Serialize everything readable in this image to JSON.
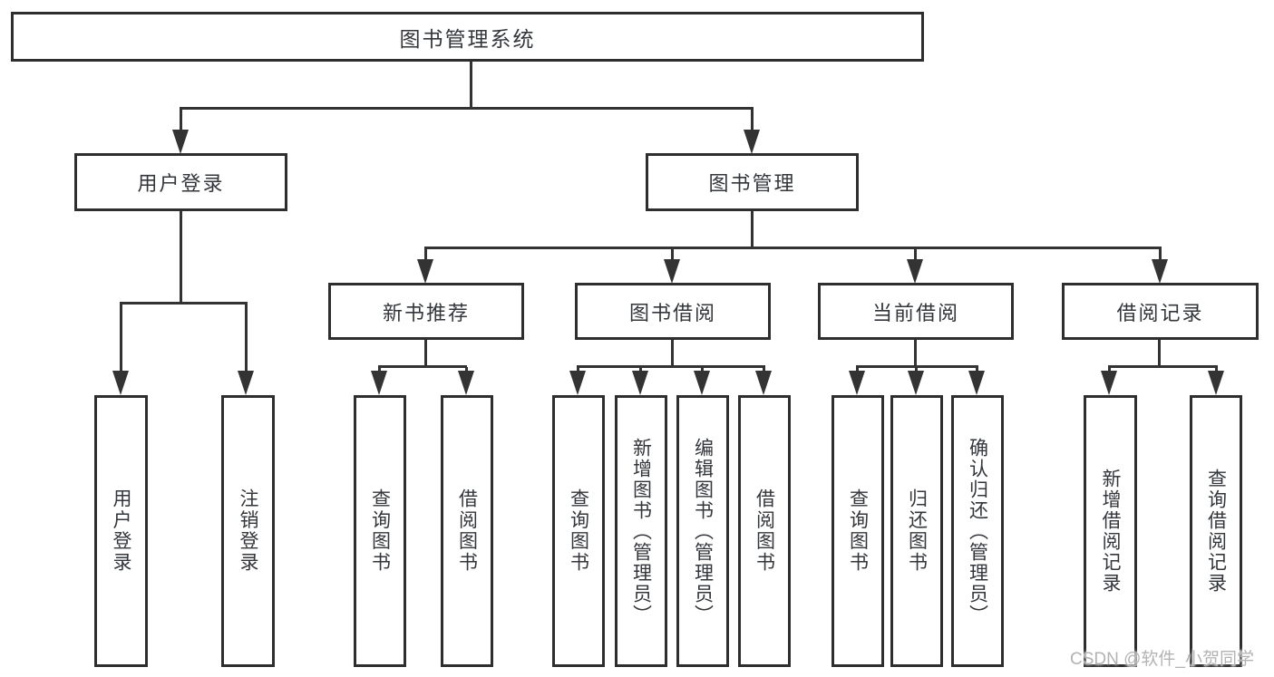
{
  "root": {
    "label": "图书管理系统"
  },
  "user_login": {
    "label": "用户登录",
    "children": [
      {
        "label": "用户登录"
      },
      {
        "label": "注销登录"
      }
    ]
  },
  "book_mgmt": {
    "label": "图书管理",
    "sections": [
      {
        "label": "新书推荐",
        "children": [
          {
            "label": "查询图书"
          },
          {
            "label": "借阅图书"
          }
        ]
      },
      {
        "label": "图书借阅",
        "children": [
          {
            "label": "查询图书"
          },
          {
            "label": "新增图书（管理员）"
          },
          {
            "label": "编辑图书（管理员）"
          },
          {
            "label": "借阅图书"
          }
        ]
      },
      {
        "label": "当前借阅",
        "children": [
          {
            "label": "查询图书"
          },
          {
            "label": "归还图书"
          },
          {
            "label": "确认归还（管理员）"
          }
        ]
      },
      {
        "label": "借阅记录",
        "children": [
          {
            "label": "新增借阅记录"
          },
          {
            "label": "查询借阅记录"
          }
        ]
      }
    ]
  },
  "watermark": {
    "text": "CSDN @软件_小贺同学"
  },
  "colors": {
    "line": "#333333",
    "border": "#2e2e2e",
    "text": "#33363a",
    "background": "#ffffff",
    "watermark": "#b3b3b3"
  }
}
